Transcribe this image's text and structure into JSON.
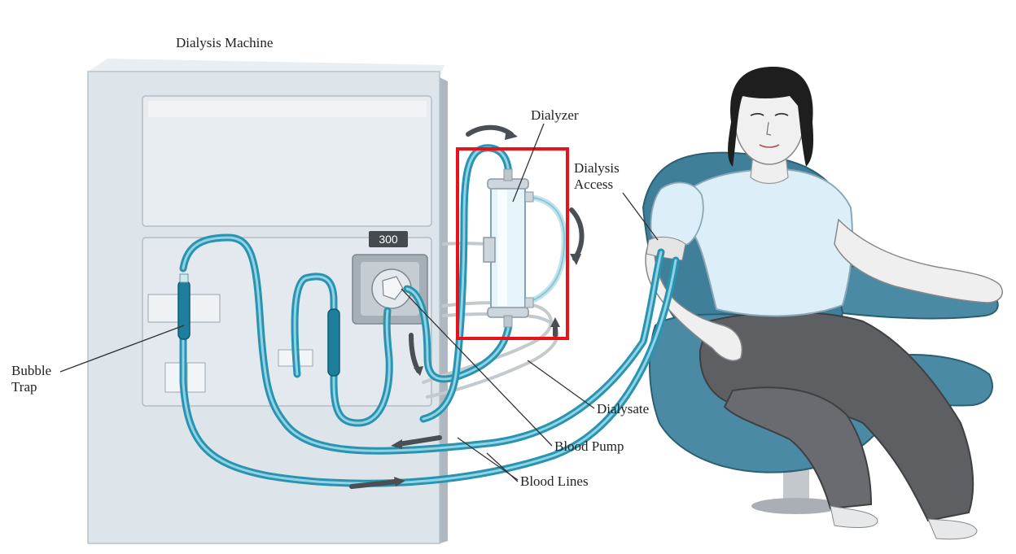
{
  "labels": {
    "machine": "Dialysis Machine",
    "dialyzer": "Dialyzer",
    "access_line1": "Dialysis",
    "access_line2": "Access",
    "bubble_line1": "Bubble",
    "bubble_line2": "Trap",
    "dialysate": "Dialysate",
    "blood_pump": "Blood Pump",
    "blood_lines": "Blood Lines",
    "display_value": "300"
  },
  "colors": {
    "highlight_box": "#e8121a",
    "tube": "#2a93b0",
    "chair": "#3f7f99",
    "pants": "#5d5f63",
    "hair": "#1e1e1e",
    "machine_body": "#dfe6ec"
  },
  "highlight": {
    "target": "dialyzer"
  }
}
